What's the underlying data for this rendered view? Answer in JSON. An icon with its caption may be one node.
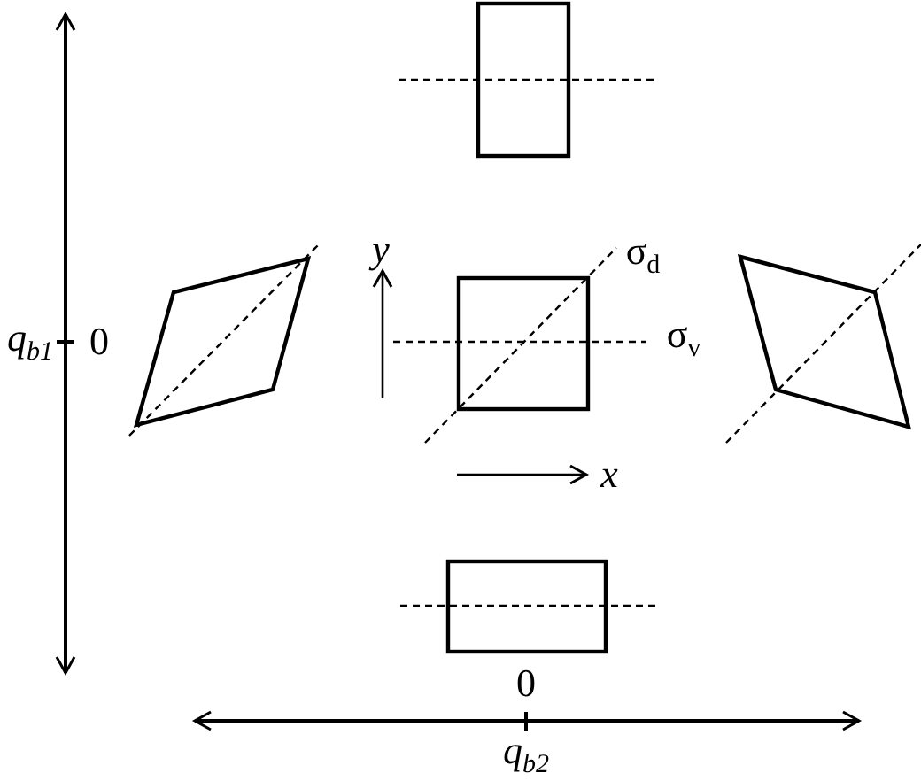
{
  "diagram": {
    "nodes": [
      {
        "text": [],
        "shape": "box"
      },
      {
        "text": [],
        "shape": "parallelogram"
      },
      {
        "text": [],
        "shape": "box"
      },
      {
        "text": [],
        "shape": "parallelogram"
      },
      {
        "text": [],
        "shape": "box"
      }
    ],
    "labels": [
      "y",
      "σ$_{d}$",
      "q$_{b1}$",
      "0",
      "σ$_{v}$",
      "x",
      "0",
      "q$_{b2}$"
    ]
  }
}
